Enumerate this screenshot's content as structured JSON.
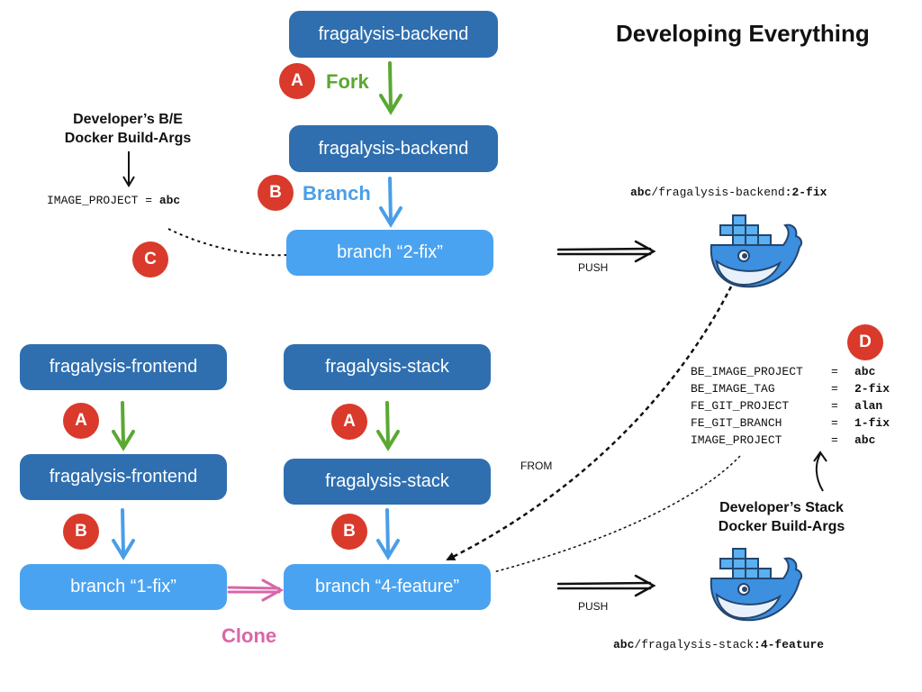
{
  "title": "Developing Everything",
  "backend": {
    "top": "fragalysis-backend",
    "fork": "fragalysis-backend",
    "branch": "branch “2-fix”",
    "fork_label": "Fork",
    "branch_label": "Branch"
  },
  "dev_be": {
    "line1": "Developer’s B/E",
    "line2": "Docker Build-Args",
    "arg_key": "IMAGE_PROJECT = ",
    "arg_val": "abc"
  },
  "be_image": {
    "proj": "abc",
    "mid": "/fragalysis-backend",
    "tag": ":2-fix"
  },
  "frontend": {
    "top": "fragalysis-frontend",
    "fork": "fragalysis-frontend",
    "branch": "branch “1-fix”"
  },
  "stack": {
    "top": "fragalysis-stack",
    "fork": "fragalysis-stack",
    "branch": "branch “4-feature”"
  },
  "clone_label": "Clone",
  "push_label": "PUSH",
  "from_label": "FROM",
  "badges": {
    "a": "A",
    "b": "B",
    "c": "C",
    "d": "D"
  },
  "stack_args": [
    {
      "key": "BE_IMAGE_PROJECT",
      "val": "abc"
    },
    {
      "key": "BE_IMAGE_TAG",
      "val": "2-fix"
    },
    {
      "key": "FE_GIT_PROJECT",
      "val": "alan"
    },
    {
      "key": "FE_GIT_BRANCH",
      "val": "1-fix"
    },
    {
      "key": "IMAGE_PROJECT",
      "val": "abc"
    }
  ],
  "dev_stack": {
    "line1": "Developer’s Stack",
    "line2": "Docker Build-Args"
  },
  "stack_image": {
    "proj": "abc",
    "mid": "/fragalysis-stack",
    "tag": ":4-feature"
  },
  "colors": {
    "dark_box": "#2f6fb0",
    "light_box": "#4aa3f0",
    "badge": "#d93a2b",
    "fork": "#5aa832",
    "branch": "#4a9ee8",
    "clone": "#d966a8",
    "whale": "#3d8fe0"
  },
  "icons": {
    "whale": "docker-whale-icon"
  }
}
